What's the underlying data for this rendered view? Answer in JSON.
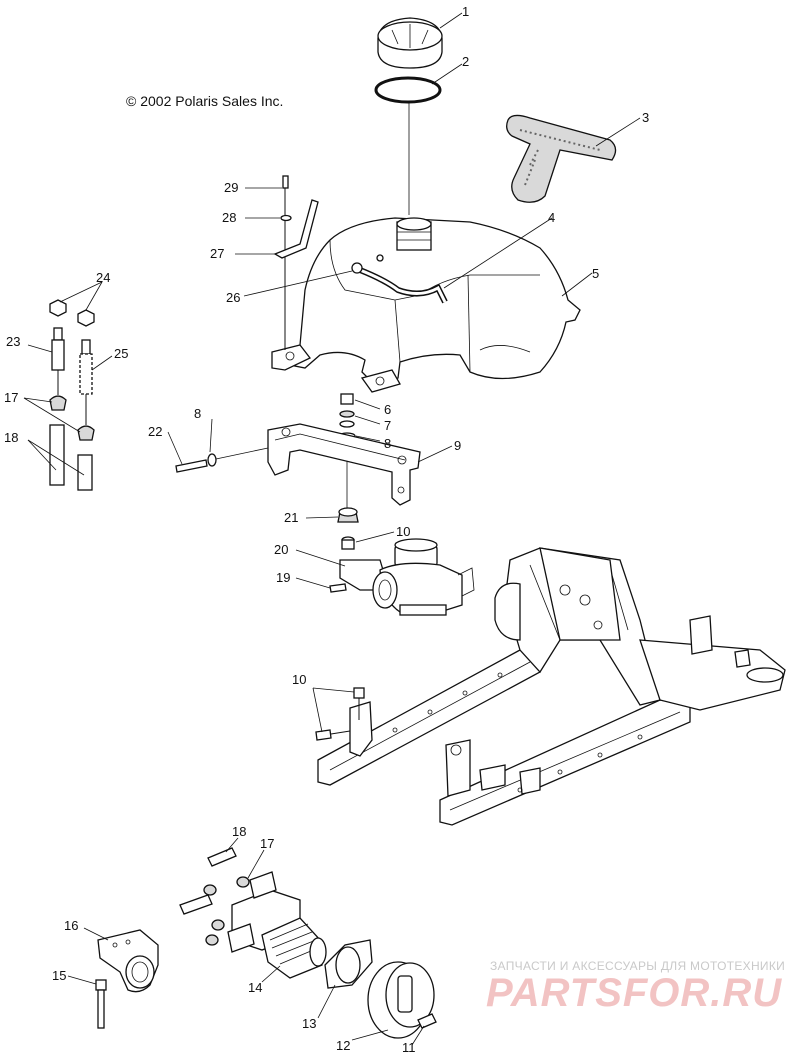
{
  "copyright": "© 2002 Polaris Sales Inc.",
  "callouts": [
    {
      "id": "c1",
      "text": "1"
    },
    {
      "id": "c2",
      "text": "2"
    },
    {
      "id": "c3",
      "text": "3"
    },
    {
      "id": "c4",
      "text": "4"
    },
    {
      "id": "c5",
      "text": "5"
    },
    {
      "id": "c6",
      "text": "6"
    },
    {
      "id": "c7",
      "text": "7"
    },
    {
      "id": "c8a",
      "text": "8"
    },
    {
      "id": "c8b",
      "text": "8"
    },
    {
      "id": "c9",
      "text": "9"
    },
    {
      "id": "c10a",
      "text": "10"
    },
    {
      "id": "c10b",
      "text": "10"
    },
    {
      "id": "c11",
      "text": "11"
    },
    {
      "id": "c12",
      "text": "12"
    },
    {
      "id": "c13",
      "text": "13"
    },
    {
      "id": "c14",
      "text": "14"
    },
    {
      "id": "c15",
      "text": "15"
    },
    {
      "id": "c16",
      "text": "16"
    },
    {
      "id": "c17a",
      "text": "17"
    },
    {
      "id": "c17b",
      "text": "17"
    },
    {
      "id": "c18a",
      "text": "18"
    },
    {
      "id": "c18b",
      "text": "18"
    },
    {
      "id": "c19",
      "text": "19"
    },
    {
      "id": "c20",
      "text": "20"
    },
    {
      "id": "c21",
      "text": "21"
    },
    {
      "id": "c22",
      "text": "22"
    },
    {
      "id": "c23",
      "text": "23"
    },
    {
      "id": "c24",
      "text": "24"
    },
    {
      "id": "c25",
      "text": "25"
    },
    {
      "id": "c26",
      "text": "26"
    },
    {
      "id": "c27",
      "text": "27"
    },
    {
      "id": "c28",
      "text": "28"
    },
    {
      "id": "c29",
      "text": "29"
    }
  ],
  "watermark": {
    "tagline": "ЗАПЧАСТИ И АКСЕССУАРЫ ДЛЯ МОТОТЕХНИКИ",
    "logo": "PARTSFOR.RU"
  }
}
